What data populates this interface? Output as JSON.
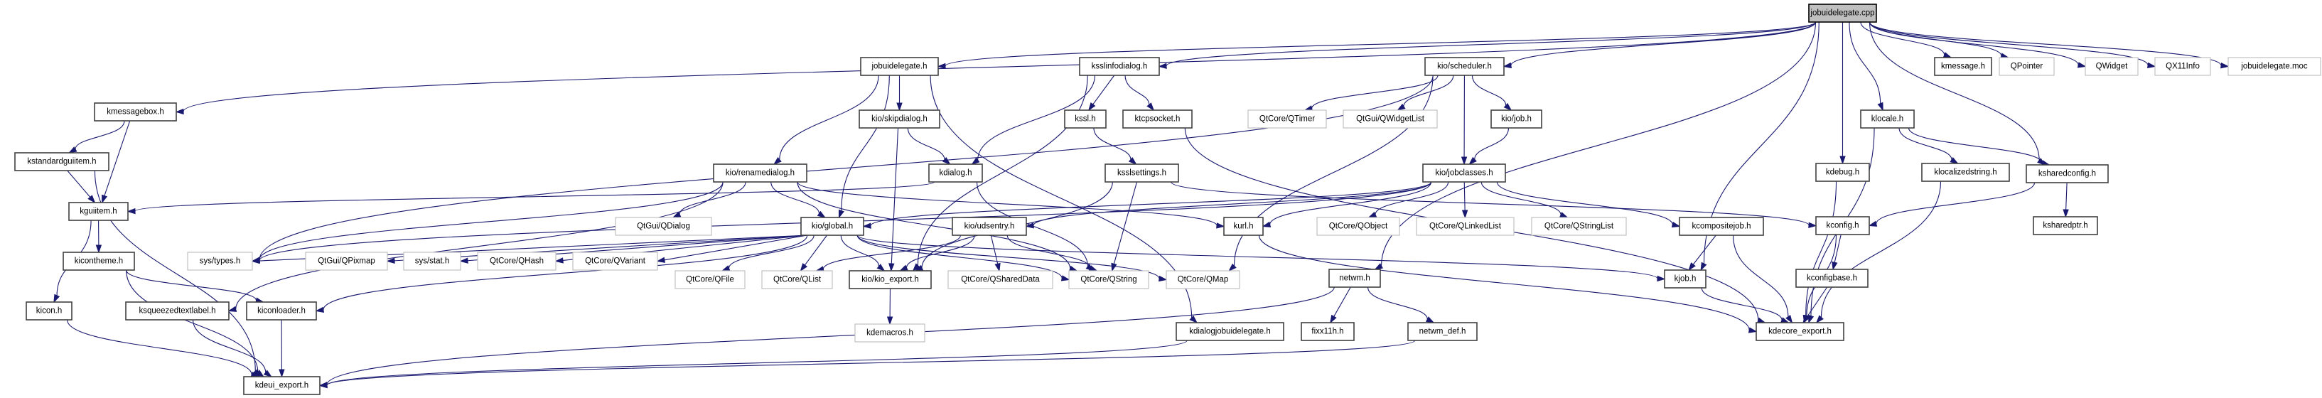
{
  "title": "jobuidelegate.cpp include dependency graph",
  "colors": {
    "edge": "#191970",
    "root_fill": "#bfbfbf",
    "node_border": "#404040",
    "external_border": "#c0c0c0"
  },
  "nodes": [
    {
      "id": "jobuidelegate_cpp",
      "label": "jobuidelegate.cpp",
      "kind": "root"
    },
    {
      "id": "jobuidelegate_h",
      "label": "jobuidelegate.h",
      "kind": "doc"
    },
    {
      "id": "ksslinfodialog_h",
      "label": "ksslinfodialog.h",
      "kind": "doc"
    },
    {
      "id": "scheduler_h",
      "label": "kio/scheduler.h",
      "kind": "doc"
    },
    {
      "id": "kmessage_h",
      "label": "kmessage.h",
      "kind": "doc"
    },
    {
      "id": "QPointer",
      "label": "QPointer",
      "kind": "ext"
    },
    {
      "id": "QWidget",
      "label": "QWidget",
      "kind": "ext"
    },
    {
      "id": "QX11Info",
      "label": "QX11Info",
      "kind": "ext"
    },
    {
      "id": "moc",
      "label": "jobuidelegate.moc",
      "kind": "ext"
    },
    {
      "id": "kmessagebox_h",
      "label": "kmessagebox.h",
      "kind": "doc"
    },
    {
      "id": "skipdialog_h",
      "label": "kio/skipdialog.h",
      "kind": "doc"
    },
    {
      "id": "kssl_h",
      "label": "kssl.h",
      "kind": "doc"
    },
    {
      "id": "ktcpsocket_h",
      "label": "ktcpsocket.h",
      "kind": "doc"
    },
    {
      "id": "QTimer",
      "label": "QtCore/QTimer",
      "kind": "ext"
    },
    {
      "id": "QWidgetList",
      "label": "QtGui/QWidgetList",
      "kind": "ext"
    },
    {
      "id": "job_h",
      "label": "kio/job.h",
      "kind": "doc"
    },
    {
      "id": "klocale_h",
      "label": "klocale.h",
      "kind": "doc"
    },
    {
      "id": "kstandardguiitem_h",
      "label": "kstandardguiitem.h",
      "kind": "doc"
    },
    {
      "id": "renamedialog_h",
      "label": "kio/renamedialog.h",
      "kind": "doc"
    },
    {
      "id": "kdialog_h",
      "label": "kdialog.h",
      "kind": "doc"
    },
    {
      "id": "ksslsettings_h",
      "label": "ksslsettings.h",
      "kind": "doc"
    },
    {
      "id": "jobclasses_h",
      "label": "kio/jobclasses.h",
      "kind": "doc"
    },
    {
      "id": "kdebug_h",
      "label": "kdebug.h",
      "kind": "doc"
    },
    {
      "id": "klocalizedstring_h",
      "label": "klocalizedstring.h",
      "kind": "doc"
    },
    {
      "id": "ksharedconfig_h",
      "label": "ksharedconfig.h",
      "kind": "doc"
    },
    {
      "id": "kguiitem_h",
      "label": "kguiitem.h",
      "kind": "doc"
    },
    {
      "id": "QDialog",
      "label": "QtGui/QDialog",
      "kind": "ext"
    },
    {
      "id": "global_h",
      "label": "kio/global.h",
      "kind": "doc"
    },
    {
      "id": "udsentry_h",
      "label": "kio/udsentry.h",
      "kind": "doc"
    },
    {
      "id": "kurl_h",
      "label": "kurl.h",
      "kind": "doc"
    },
    {
      "id": "QObject",
      "label": "QtCore/QObject",
      "kind": "ext"
    },
    {
      "id": "QLinkedList",
      "label": "QtCore/QLinkedList",
      "kind": "ext"
    },
    {
      "id": "QStringList",
      "label": "QtCore/QStringList",
      "kind": "ext"
    },
    {
      "id": "kcompositejob_h",
      "label": "kcompositejob.h",
      "kind": "doc"
    },
    {
      "id": "kconfig_h",
      "label": "kconfig.h",
      "kind": "doc"
    },
    {
      "id": "ksharedptr_h",
      "label": "ksharedptr.h",
      "kind": "doc"
    },
    {
      "id": "kicontheme_h",
      "label": "kicontheme.h",
      "kind": "doc"
    },
    {
      "id": "systypes_h",
      "label": "sys/types.h",
      "kind": "ext"
    },
    {
      "id": "QPixmap",
      "label": "QtGui/QPixmap",
      "kind": "ext"
    },
    {
      "id": "sysstat_h",
      "label": "sys/stat.h",
      "kind": "ext"
    },
    {
      "id": "QHash",
      "label": "QtCore/QHash",
      "kind": "ext"
    },
    {
      "id": "QVariant",
      "label": "QtCore/QVariant",
      "kind": "ext"
    },
    {
      "id": "QFile",
      "label": "QtCore/QFile",
      "kind": "ext"
    },
    {
      "id": "QList",
      "label": "QtCore/QList",
      "kind": "ext"
    },
    {
      "id": "kio_export_h",
      "label": "kio/kio_export.h",
      "kind": "doc"
    },
    {
      "id": "QSharedData",
      "label": "QtCore/QSharedData",
      "kind": "ext"
    },
    {
      "id": "QString",
      "label": "QtCore/QString",
      "kind": "ext"
    },
    {
      "id": "QMap",
      "label": "QtCore/QMap",
      "kind": "ext"
    },
    {
      "id": "netwm_h",
      "label": "netwm.h",
      "kind": "doc"
    },
    {
      "id": "kjob_h",
      "label": "kjob.h",
      "kind": "doc"
    },
    {
      "id": "kconfigbase_h",
      "label": "kconfigbase.h",
      "kind": "doc"
    },
    {
      "id": "kicon_h",
      "label": "kicon.h",
      "kind": "doc"
    },
    {
      "id": "ksqueezedtextlabel_h",
      "label": "ksqueezedtextlabel.h",
      "kind": "doc"
    },
    {
      "id": "kiconloader_h",
      "label": "kiconloader.h",
      "kind": "doc"
    },
    {
      "id": "kdemacros_h",
      "label": "kdemacros.h",
      "kind": "ext"
    },
    {
      "id": "kdialogjobuidelegate_h",
      "label": "kdialogjobuidelegate.h",
      "kind": "doc"
    },
    {
      "id": "fixx11h_h",
      "label": "fixx11h.h",
      "kind": "doc"
    },
    {
      "id": "netwm_def_h",
      "label": "netwm_def.h",
      "kind": "doc"
    },
    {
      "id": "kdecore_export_h",
      "label": "kdecore_export.h",
      "kind": "doc"
    },
    {
      "id": "kdeui_export_h",
      "label": "kdeui_export.h",
      "kind": "doc"
    }
  ],
  "edges": [
    [
      "jobuidelegate_cpp",
      "jobuidelegate_h"
    ],
    [
      "jobuidelegate_cpp",
      "ksslinfodialog_h"
    ],
    [
      "jobuidelegate_cpp",
      "scheduler_h"
    ],
    [
      "jobuidelegate_cpp",
      "kmessagebox_h"
    ],
    [
      "jobuidelegate_cpp",
      "kmessage_h"
    ],
    [
      "jobuidelegate_cpp",
      "QPointer"
    ],
    [
      "jobuidelegate_cpp",
      "QWidget"
    ],
    [
      "jobuidelegate_cpp",
      "QX11Info"
    ],
    [
      "jobuidelegate_cpp",
      "moc"
    ],
    [
      "jobuidelegate_cpp",
      "klocale_h"
    ],
    [
      "jobuidelegate_cpp",
      "kdebug_h"
    ],
    [
      "jobuidelegate_cpp",
      "ksharedconfig_h"
    ],
    [
      "jobuidelegate_cpp",
      "kjob_h"
    ],
    [
      "jobuidelegate_cpp",
      "netwm_h"
    ],
    [
      "jobuidelegate_h",
      "renamedialog_h"
    ],
    [
      "jobuidelegate_h",
      "skipdialog_h"
    ],
    [
      "jobuidelegate_h",
      "global_h"
    ],
    [
      "jobuidelegate_h",
      "kdialogjobuidelegate_h"
    ],
    [
      "ksslinfodialog_h",
      "kssl_h"
    ],
    [
      "ksslinfodialog_h",
      "ktcpsocket_h"
    ],
    [
      "ksslinfodialog_h",
      "kdialog_h"
    ],
    [
      "ksslinfodialog_h",
      "kio_export_h"
    ],
    [
      "scheduler_h",
      "QTimer"
    ],
    [
      "scheduler_h",
      "QWidgetList"
    ],
    [
      "scheduler_h",
      "job_h"
    ],
    [
      "scheduler_h",
      "jobclasses_h"
    ],
    [
      "scheduler_h",
      "systypes_h"
    ],
    [
      "scheduler_h",
      "QMap"
    ],
    [
      "job_h",
      "jobclasses_h"
    ],
    [
      "kmessagebox_h",
      "kstandardguiitem_h"
    ],
    [
      "kmessagebox_h",
      "kguiitem_h"
    ],
    [
      "kstandardguiitem_h",
      "kguiitem_h"
    ],
    [
      "kstandardguiitem_h",
      "kdeui_export_h"
    ],
    [
      "skipdialog_h",
      "kdialog_h"
    ],
    [
      "skipdialog_h",
      "kio_export_h"
    ],
    [
      "kssl_h",
      "ksslsettings_h"
    ],
    [
      "ktcpsocket_h",
      "kdecore_export_h"
    ],
    [
      "renamedialog_h",
      "QDialog"
    ],
    [
      "renamedialog_h",
      "global_h"
    ],
    [
      "renamedialog_h",
      "systypes_h"
    ],
    [
      "renamedialog_h",
      "QString"
    ],
    [
      "renamedialog_h",
      "ksqueezedtextlabel_h"
    ],
    [
      "renamedialog_h",
      "kurl_h"
    ],
    [
      "kdialog_h",
      "kguiitem_h"
    ],
    [
      "kdialog_h",
      "QString"
    ],
    [
      "ksslsettings_h",
      "kio_export_h"
    ],
    [
      "ksslsettings_h",
      "QString"
    ],
    [
      "ksslsettings_h",
      "kconfig_h"
    ],
    [
      "jobclasses_h",
      "global_h"
    ],
    [
      "jobclasses_h",
      "udsentry_h"
    ],
    [
      "jobclasses_h",
      "kurl_h"
    ],
    [
      "jobclasses_h",
      "QObject"
    ],
    [
      "jobclasses_h",
      "QLinkedList"
    ],
    [
      "jobclasses_h",
      "QStringList"
    ],
    [
      "jobclasses_h",
      "kcompositejob_h"
    ],
    [
      "jobclasses_h",
      "systypes_h"
    ],
    [
      "klocale_h",
      "klocalizedstring_h"
    ],
    [
      "klocale_h",
      "ksharedconfig_h"
    ],
    [
      "klocale_h",
      "kdecore_export_h"
    ],
    [
      "kdebug_h",
      "kdecore_export_h"
    ],
    [
      "klocalizedstring_h",
      "kdecore_export_h"
    ],
    [
      "ksharedconfig_h",
      "kconfig_h"
    ],
    [
      "ksharedconfig_h",
      "ksharedptr_h"
    ],
    [
      "kguiitem_h",
      "kicontheme_h"
    ],
    [
      "kguiitem_h",
      "kicon_h"
    ],
    [
      "global_h",
      "systypes_h"
    ],
    [
      "global_h",
      "QPixmap"
    ],
    [
      "global_h",
      "sysstat_h"
    ],
    [
      "global_h",
      "QHash"
    ],
    [
      "global_h",
      "QVariant"
    ],
    [
      "global_h",
      "QFile"
    ],
    [
      "global_h",
      "QList"
    ],
    [
      "global_h",
      "kio_export_h"
    ],
    [
      "global_h",
      "QString"
    ],
    [
      "global_h",
      "QMap"
    ],
    [
      "global_h",
      "kiconloader_h"
    ],
    [
      "global_h",
      "kjob_h"
    ],
    [
      "udsentry_h",
      "QList"
    ],
    [
      "udsentry_h",
      "kio_export_h"
    ],
    [
      "udsentry_h",
      "QSharedData"
    ],
    [
      "udsentry_h",
      "QString"
    ],
    [
      "kurl_h",
      "kdecore_export_h"
    ],
    [
      "kcompositejob_h",
      "kjob_h"
    ],
    [
      "kcompositejob_h",
      "kdecore_export_h"
    ],
    [
      "kconfig_h",
      "kconfigbase_h"
    ],
    [
      "kconfig_h",
      "kdecore_export_h"
    ],
    [
      "kicontheme_h",
      "kiconloader_h"
    ],
    [
      "kicontheme_h",
      "kdeui_export_h"
    ],
    [
      "kio_export_h",
      "kdemacros_h"
    ],
    [
      "netwm_h",
      "fixx11h_h"
    ],
    [
      "netwm_h",
      "netwm_def_h"
    ],
    [
      "netwm_h",
      "kdeui_export_h"
    ],
    [
      "kjob_h",
      "kdecore_export_h"
    ],
    [
      "kconfigbase_h",
      "kdecore_export_h"
    ],
    [
      "kicon_h",
      "kdeui_export_h"
    ],
    [
      "ksqueezedtextlabel_h",
      "kdeui_export_h"
    ],
    [
      "kiconloader_h",
      "kdeui_export_h"
    ],
    [
      "kdialogjobuidelegate_h",
      "kdeui_export_h"
    ],
    [
      "netwm_def_h",
      "kdeui_export_h"
    ]
  ]
}
